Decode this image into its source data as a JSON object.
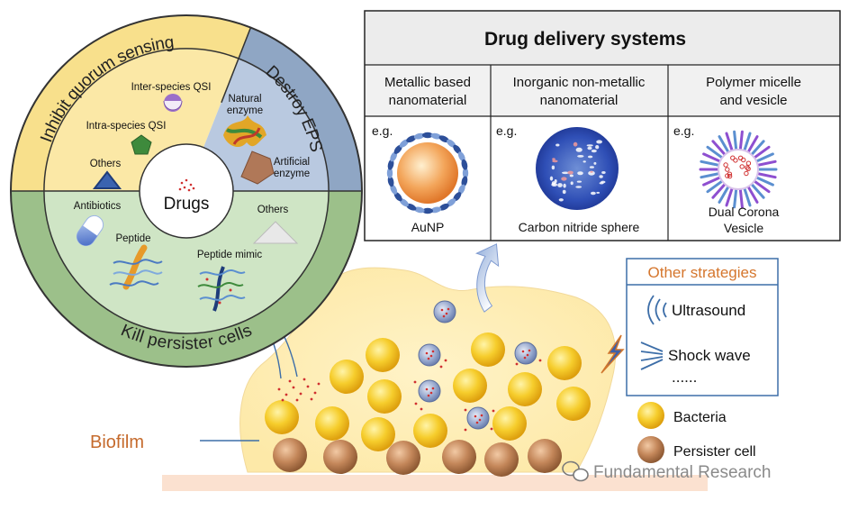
{
  "wheel": {
    "center_label": "Drugs",
    "ring_quorum": "Inhibit quorum sensing",
    "ring_eps": "Destroy EPS",
    "ring_kill": "Kill persister cells",
    "inter_species": "Inter-species QSI",
    "intra_species": "Intra-species QSI",
    "others_left": "Others",
    "natural_enzyme_1": "Natural",
    "natural_enzyme_2": "enzyme",
    "artificial_enzyme_1": "Artificial",
    "artificial_enzyme_2": "enzyme",
    "antibiotics": "Antibiotics",
    "others_right": "Others",
    "peptide": "Peptide",
    "peptide_mimic": "Peptide mimic"
  },
  "dds": {
    "title": "Drug delivery systems",
    "col1_line1": "Metallic based",
    "col1_line2": "nanomaterial",
    "col2_line1": "Inorganic non-metallic",
    "col2_line2": "nanomaterial",
    "col3_line1": "Polymer micelle",
    "col3_line2": "and vesicle",
    "eg": "e.g.",
    "example1": "AuNP",
    "example2": "Carbon nitride sphere",
    "example3_line1": "Dual Corona",
    "example3_line2": "Vesicle"
  },
  "strategies": {
    "title": "Other strategies",
    "item1": "Ultrasound",
    "item2": "Shock wave",
    "ellipsis": "......"
  },
  "legend": {
    "bacteria": "Bacteria",
    "persister": "Persister cell"
  },
  "biofilm_label": "Biofilm",
  "watermark": "Fundamental Research",
  "colors": {
    "quorum_yellow": "#fbe8a6",
    "eps_blue": "#8fa6c4",
    "kill_green": "#9cc08a",
    "strategy_orange": "#d5762d",
    "strategy_border": "#3d6ea8",
    "bacteria_yellow": "#f3c623",
    "persister_brown": "#b97a4e"
  }
}
